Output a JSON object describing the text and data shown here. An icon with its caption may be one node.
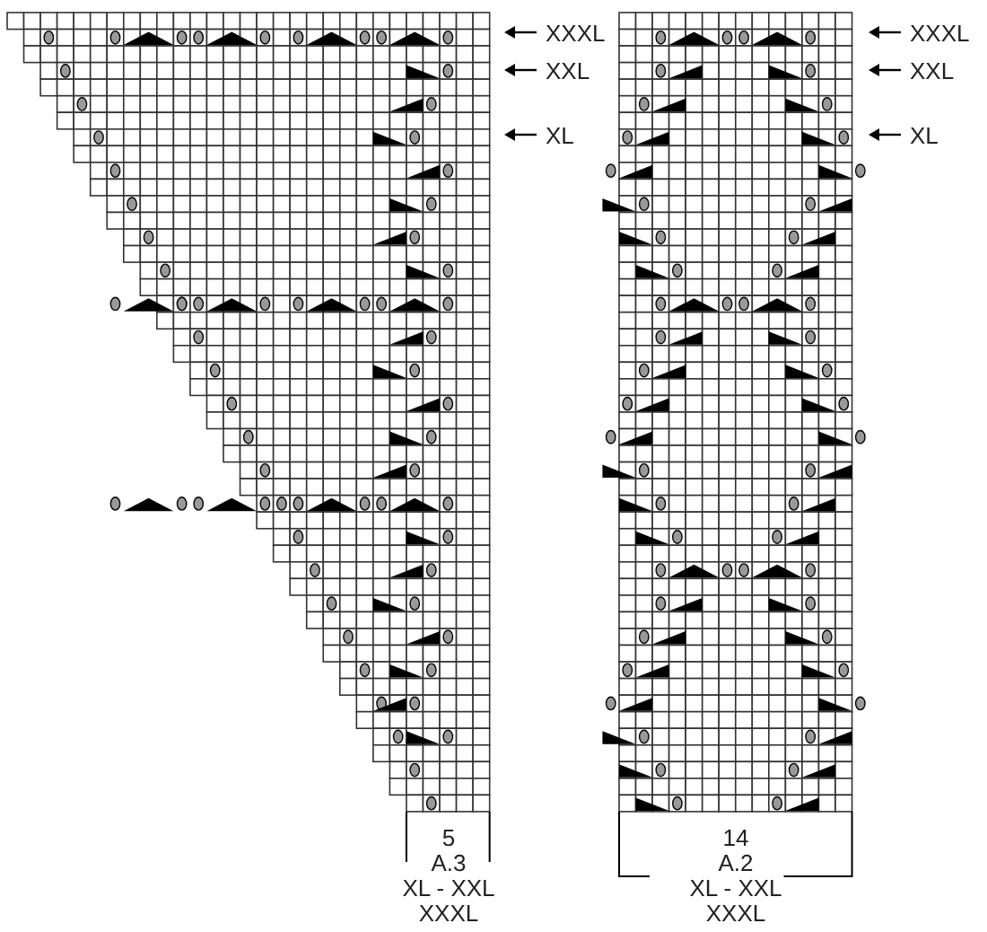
{
  "diagram": {
    "labels": [
      "XXXL",
      "XXL",
      "XL",
      "XXXL",
      "XXL",
      "XL",
      "5",
      "A.3",
      "XL - XXL",
      "XXXL",
      "14",
      "A.2",
      "XL - XXL",
      "XXXL"
    ]
  }
}
